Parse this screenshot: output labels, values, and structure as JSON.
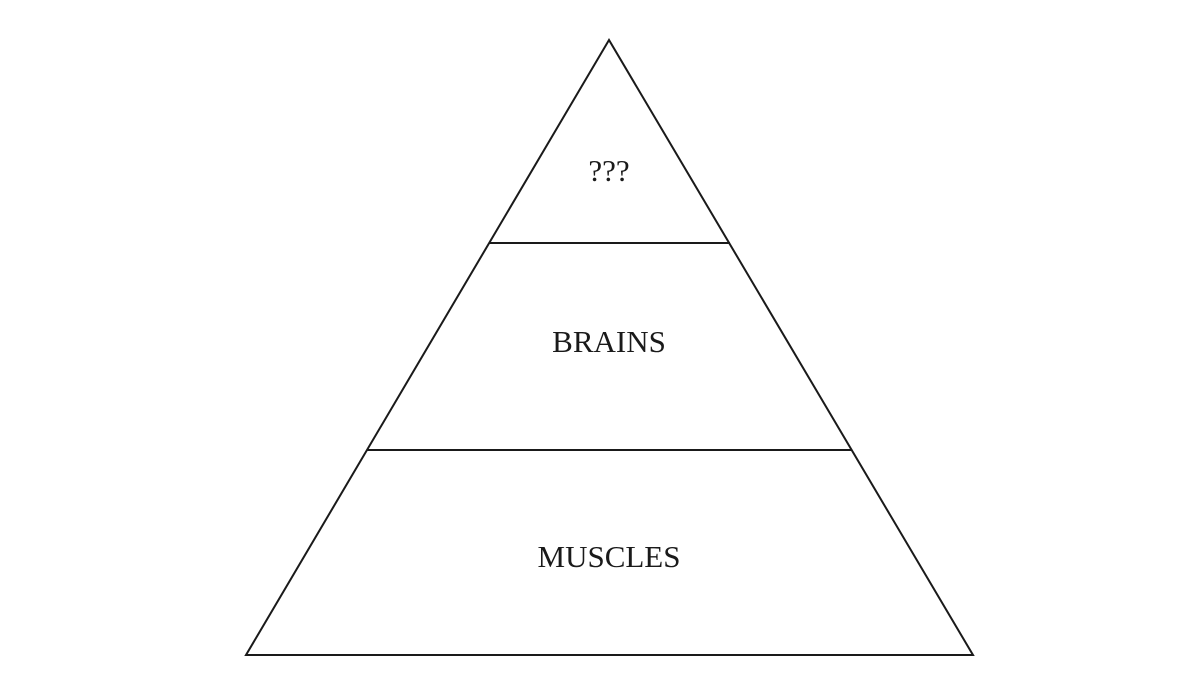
{
  "diagram": {
    "type": "pyramid",
    "colors": {
      "background": "#ffffff",
      "line": "#1a1a1a",
      "text": "#1a1a1a"
    },
    "tiers": [
      {
        "label": "???"
      },
      {
        "label": "BRAINS"
      },
      {
        "label": "MUSCLES"
      }
    ]
  }
}
